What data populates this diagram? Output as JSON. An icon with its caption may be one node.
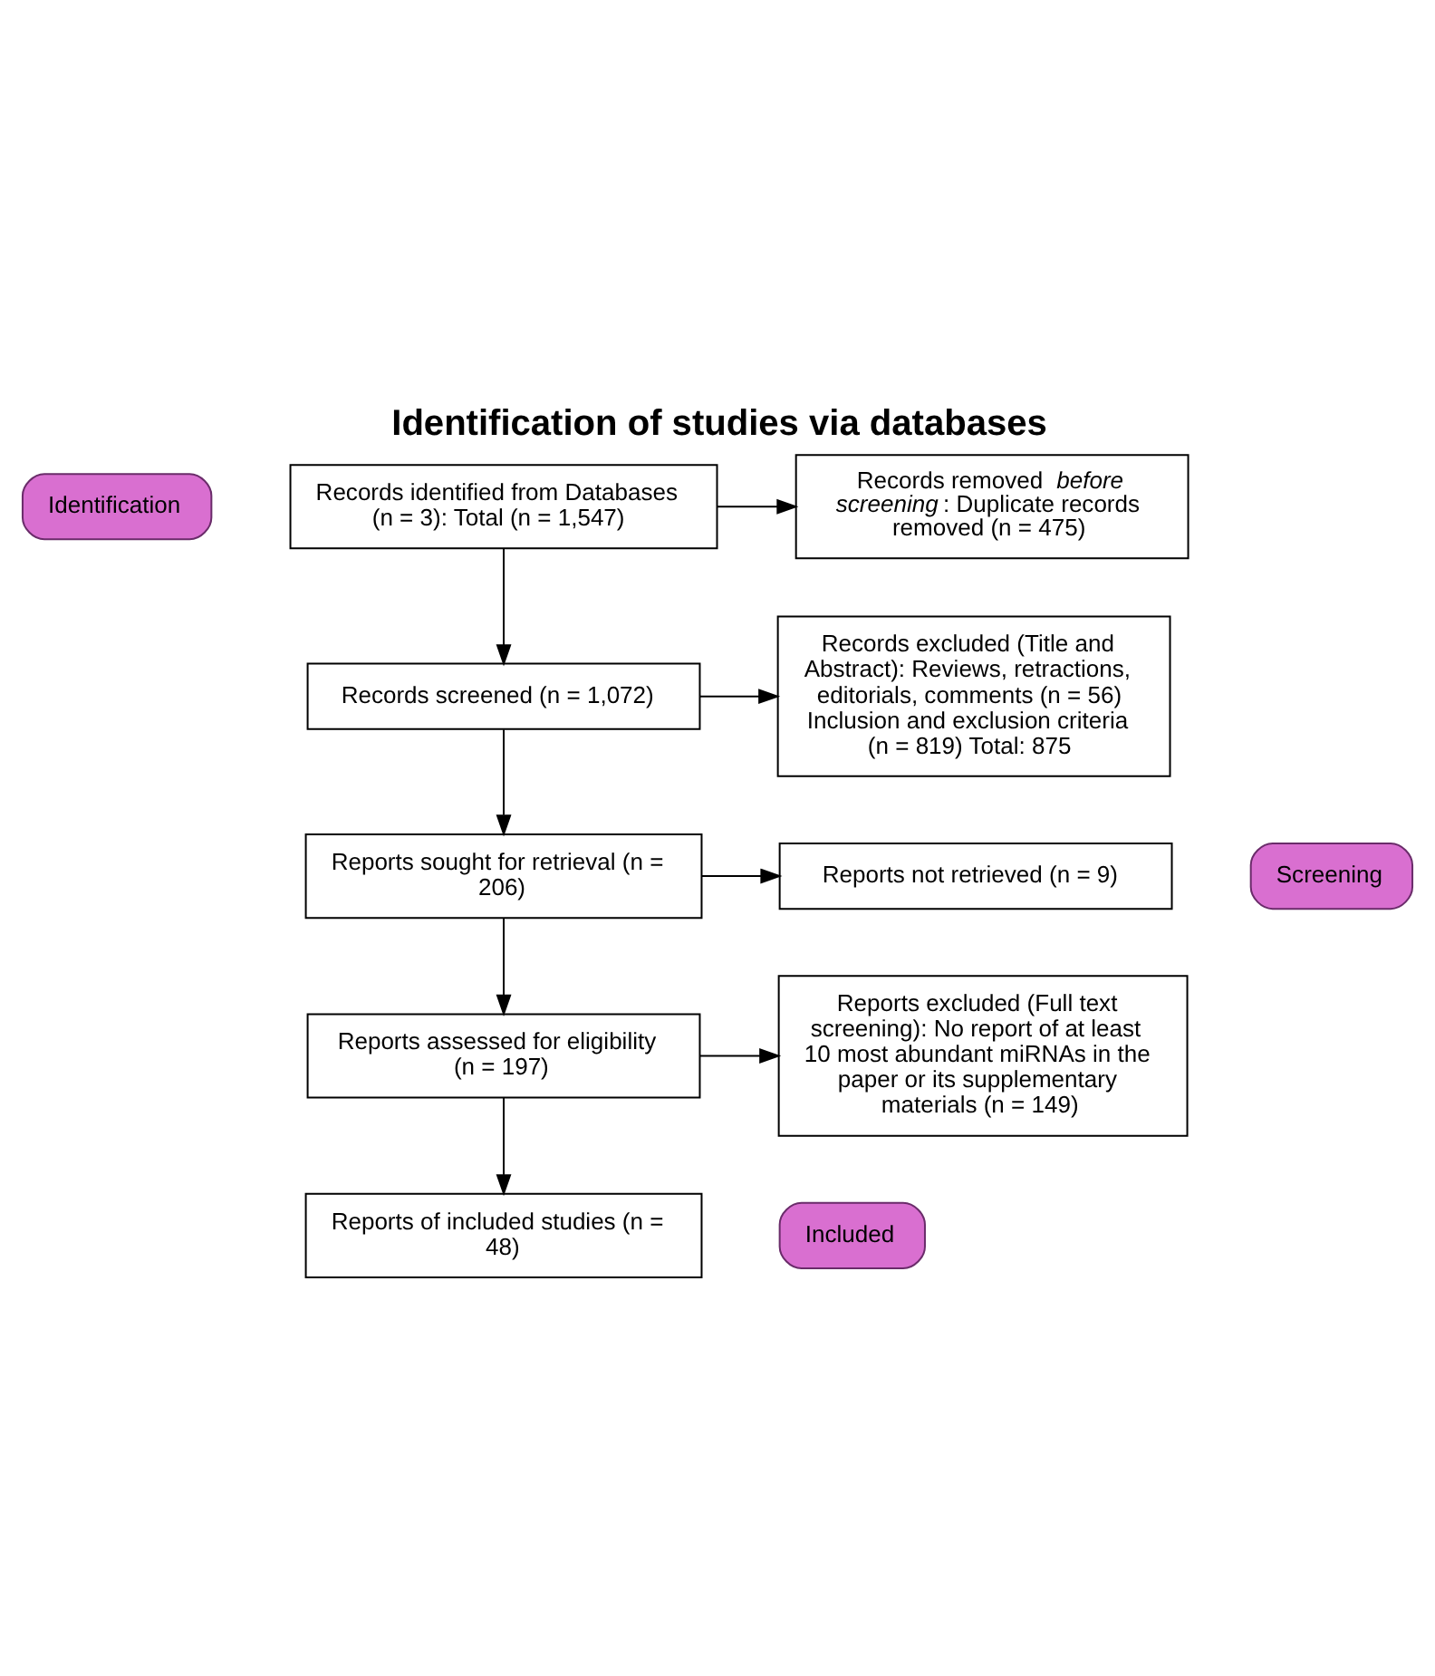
{
  "diagram": {
    "title": "Identification of studies via databases",
    "nodes": [
      {
        "text": [
          "Identification"
        ]
      },
      {
        "text": [
          "Records identified from Databases (n = 3): Total (n = 1,547)"
        ]
      },
      {
        "text": [
          "Records removed *before screening*: Duplicate records removed (n = 475)"
        ]
      },
      {
        "text": [
          "Screening"
        ]
      },
      {
        "text": [
          "Records screened (n = 1,072)"
        ]
      },
      {
        "text": [
          "Records excluded (Title and Abstract): Reviews, retractions, editorials, comments (n = 56) Inclusion and exclusion criteria (n = 819) Total: 875"
        ]
      },
      {
        "text": [
          "Reports sought for retrieval (n = 206)"
        ]
      },
      {
        "text": [
          "Reports not retrieved (n = 9)"
        ]
      },
      {
        "text": [
          "Reports assessed for eligibility (n = 197)"
        ]
      },
      {
        "text": [
          "Reports excluded (Full text screening): No report of at least 10 most abundant miRNAs in the paper or its supplementary materials (n = 149)"
        ]
      },
      {
        "text": [
          "Included"
        ]
      },
      {
        "text": [
          "Reports of included studies (n = 48)"
        ]
      }
    ],
    "edges": [
      {
        "from": 1,
        "to": 2,
        "arrow": "to"
      },
      {
        "from": 1,
        "to": 4,
        "arrow": "to"
      },
      {
        "from": 4,
        "to": 5,
        "arrow": "to"
      },
      {
        "from": 4,
        "to": 6,
        "arrow": "to"
      },
      {
        "from": 6,
        "to": 7,
        "arrow": "to"
      },
      {
        "from": 6,
        "to": 8,
        "arrow": "to"
      },
      {
        "from": 8,
        "to": 9,
        "arrow": "to"
      },
      {
        "from": 8,
        "to": 11,
        "arrow": "to"
      }
    ]
  }
}
